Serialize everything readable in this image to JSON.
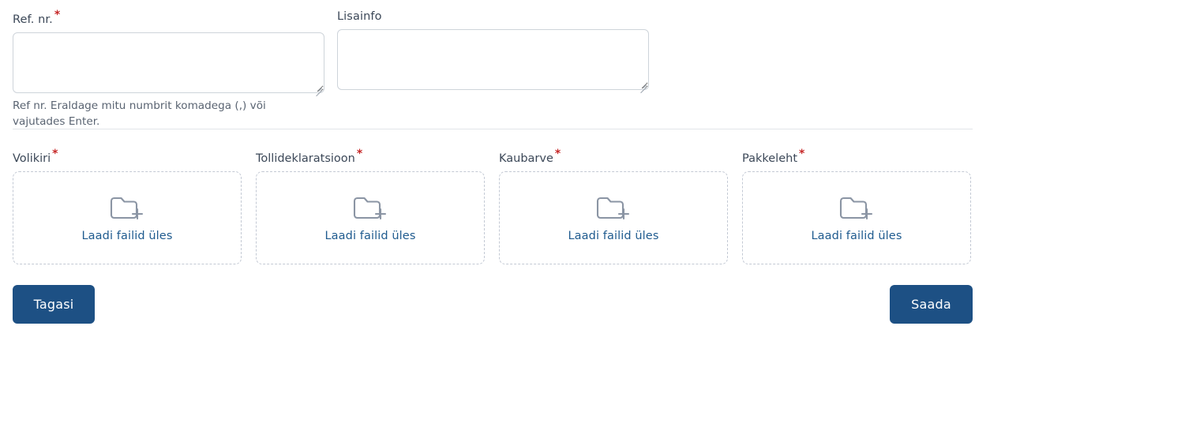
{
  "form": {
    "ref": {
      "label": "Ref. nr.",
      "required": true,
      "required_marker": "*",
      "value": "",
      "placeholder": "",
      "helper_text": "Ref nr. Eraldage mitu numbrit komadega (,) või vajutades Enter."
    },
    "lisainfo": {
      "label": "Lisainfo",
      "required": false,
      "value": "",
      "placeholder": ""
    }
  },
  "uploads": {
    "link_label": "Laadi failid üles",
    "icon": "folder-plus-icon",
    "required_marker": "*",
    "items": [
      {
        "label": "Volikiri",
        "required": true
      },
      {
        "label": "Tollideklaratsioon",
        "required": true
      },
      {
        "label": "Kaubarve",
        "required": true
      },
      {
        "label": "Pakkeleht",
        "required": true
      }
    ]
  },
  "actions": {
    "back_label": "Tagasi",
    "submit_label": "Saada"
  },
  "colors": {
    "primary_button": "#1d5084",
    "link": "#1f5b8f",
    "required_asterisk": "#c62828",
    "label_text": "#3c4858",
    "helper_text": "#5a6472",
    "input_border": "#ced4da",
    "dropzone_border": "#c3c9d4",
    "divider": "#e2e5e9",
    "icon_stroke": "#8b95a4",
    "page_background": "#ffffff"
  }
}
